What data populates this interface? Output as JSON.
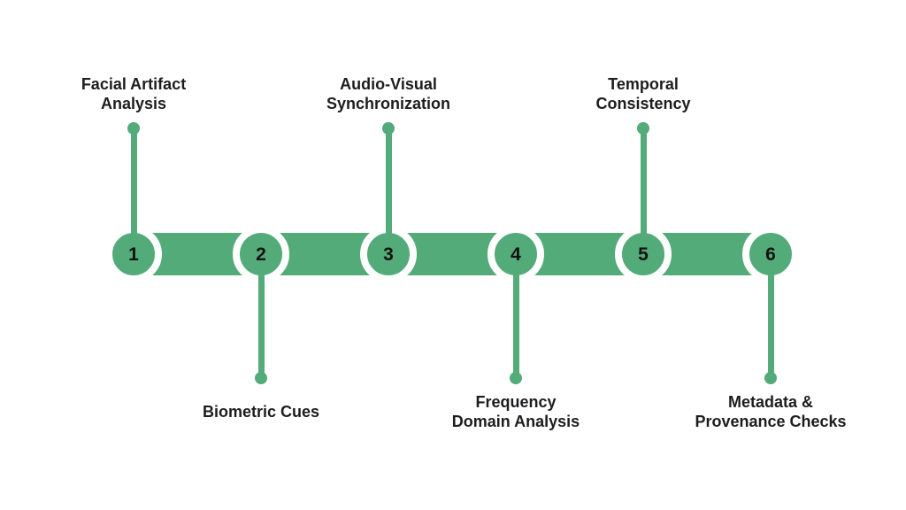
{
  "timeline": {
    "accent_color": "#52ab78",
    "text_color": "#1d1d1f",
    "background_color": "#ffffff",
    "steps": [
      {
        "number": "1",
        "label_lines": [
          "Facial Artifact",
          "Analysis"
        ],
        "label_position": "top"
      },
      {
        "number": "2",
        "label_lines": [
          "Biometric Cues"
        ],
        "label_position": "bottom"
      },
      {
        "number": "3",
        "label_lines": [
          "Audio-Visual",
          "Synchronization"
        ],
        "label_position": "top"
      },
      {
        "number": "4",
        "label_lines": [
          "Frequency",
          "Domain Analysis"
        ],
        "label_position": "bottom"
      },
      {
        "number": "5",
        "label_lines": [
          "Temporal",
          "Consistency"
        ],
        "label_position": "top"
      },
      {
        "number": "6",
        "label_lines": [
          "Metadata &",
          "Provenance Checks"
        ],
        "label_position": "bottom"
      }
    ]
  }
}
